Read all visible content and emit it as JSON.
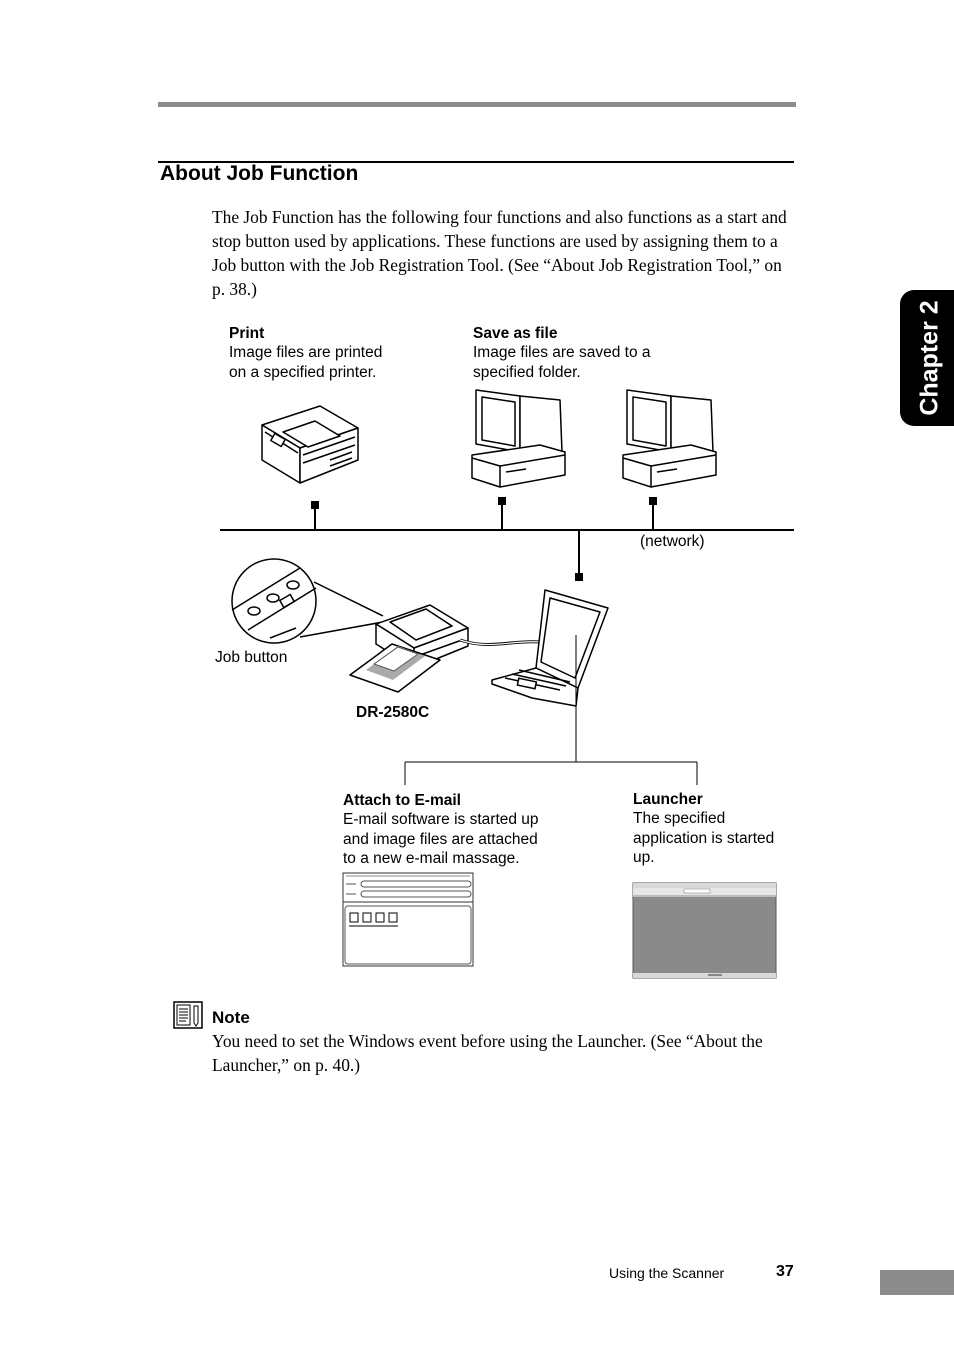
{
  "section": {
    "title": "About Job Function",
    "intro": "The Job Function has the following four functions and also functions as a start and stop button used by applications. These functions are used by assigning them to a Job button with the Job Registration Tool. (See “About Job Registration Tool,” on p. 38.)"
  },
  "diagram": {
    "print": {
      "heading": "Print",
      "line1": "Image files are printed",
      "line2": "on a specified printer."
    },
    "save": {
      "heading": "Save as file",
      "line1": "Image files are saved to a",
      "line2": "specified folder."
    },
    "network_label": "(network)",
    "job_button_label": "Job button",
    "scanner_model": "DR-2580C",
    "email": {
      "heading": "Attach to E-mail",
      "line1": "E-mail software is started up",
      "line2": "and image files are attached",
      "line3": "to a new e-mail massage."
    },
    "launcher": {
      "heading": "Launcher",
      "line1": "The specified",
      "line2": "application is started",
      "line3": "up."
    }
  },
  "note": {
    "heading": "Note",
    "text": "You need to set the Windows event before using the Launcher. (See “About the Launcher,” on p. 40.)"
  },
  "side_tab": {
    "label": "Chapter 2"
  },
  "footer": {
    "text": "Using the Scanner",
    "page": "37"
  },
  "colors": {
    "rule_gray": "#8c8c8c",
    "tab_black": "#000000"
  }
}
